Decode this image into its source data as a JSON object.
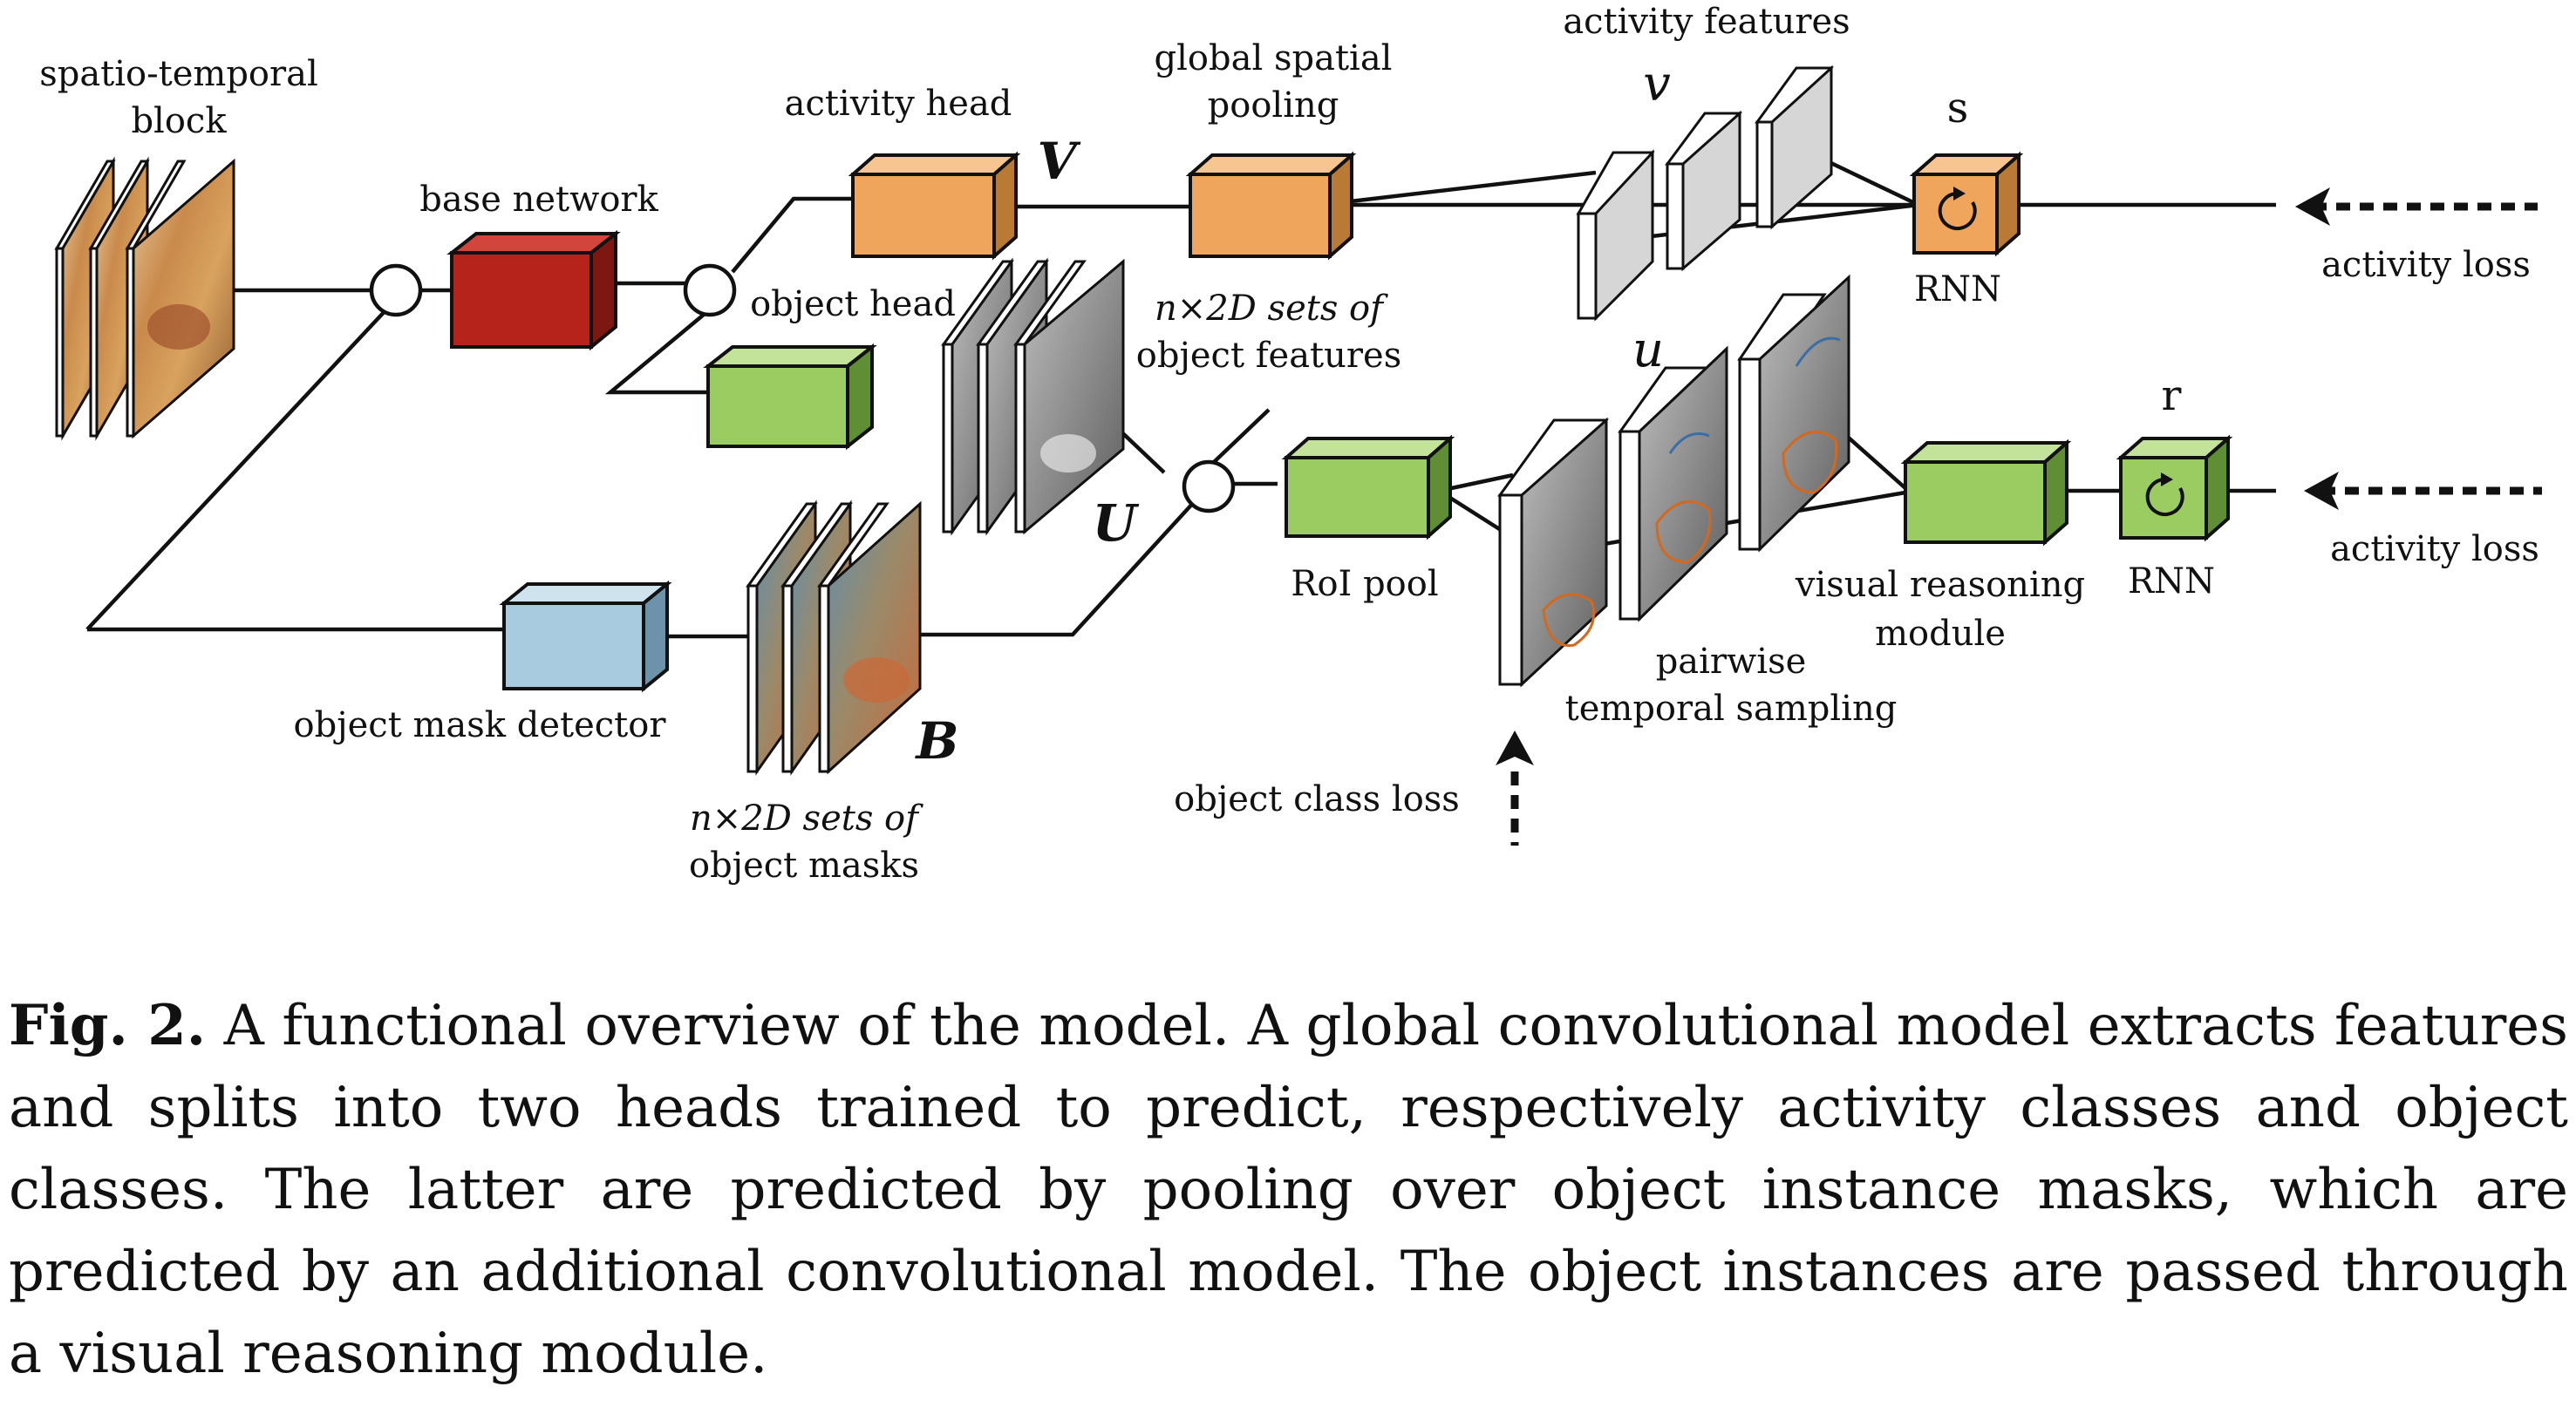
{
  "labels": {
    "spatio_temporal_1": "spatio-temporal",
    "spatio_temporal_2": "block",
    "base_network": "base network",
    "activity_head": "activity head",
    "global_pool_1": "global spatial",
    "global_pool_2": "pooling",
    "activity_features": "activity features",
    "object_head": "object head",
    "obj_features_1": "n×2D sets of",
    "obj_features_2": "object features",
    "object_mask_detector": "object mask detector",
    "obj_masks_1": "n×2D sets of",
    "obj_masks_2": "object masks",
    "roi_pool": "RoI pool",
    "pairwise_1": "pairwise",
    "pairwise_2": "temporal sampling",
    "vrm_1": "visual reasoning",
    "vrm_2": "module",
    "rnn_top": "RNN",
    "rnn_bottom": "RNN",
    "activity_loss_top": "activity loss",
    "activity_loss_bottom": "activity loss",
    "object_class_loss": "object class loss"
  },
  "symbols": {
    "V": "V",
    "U": "U",
    "B": "B",
    "v": "v",
    "u": "u",
    "s": "s",
    "r": "r"
  },
  "caption": {
    "label": "Fig. 2.",
    "text": "A functional overview of the model. A global convolutional model extracts features and splits into two heads trained to predict, respectively activity classes and object classes. The latter are predicted by pooling over object instance masks, which are predicted by an additional convolutional model. The object instances are passed through a visual reasoning module."
  },
  "colors": {
    "base_network": "#b5231b",
    "activity_orange": "#f0a55c",
    "object_green": "#9bcc62",
    "mask_blue": "#a9cbe0",
    "feature_gray": "#d6d6d6"
  }
}
